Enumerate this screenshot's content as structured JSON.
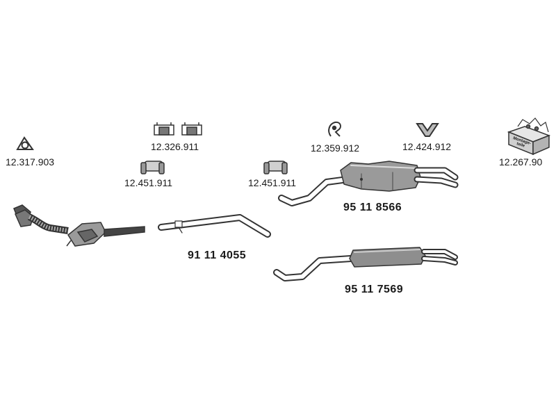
{
  "parts": {
    "gasket": {
      "number": "12.317.903"
    },
    "rubber_mounts": {
      "number": "12.326.911"
    },
    "clamp_left": {
      "number": "12.451.911"
    },
    "clamp_right": {
      "number": "12.451.911"
    },
    "hanger_hook": {
      "number": "12.359.912"
    },
    "v_hanger": {
      "number": "12.424.912"
    },
    "mounting_kit": {
      "number": "12.267.90",
      "box_text": "Montage-teile"
    },
    "rear_silencer_a": {
      "number": "95 11 8566"
    },
    "middle_pipe": {
      "number": "91 11 4055"
    },
    "rear_silencer_b": {
      "number": "95 11 7569"
    }
  },
  "colors": {
    "line": "#333333",
    "fill_light": "#d9d9d9",
    "fill_mid": "#9e9e9e",
    "fill_dark": "#555555",
    "text": "#1a1a1a"
  }
}
